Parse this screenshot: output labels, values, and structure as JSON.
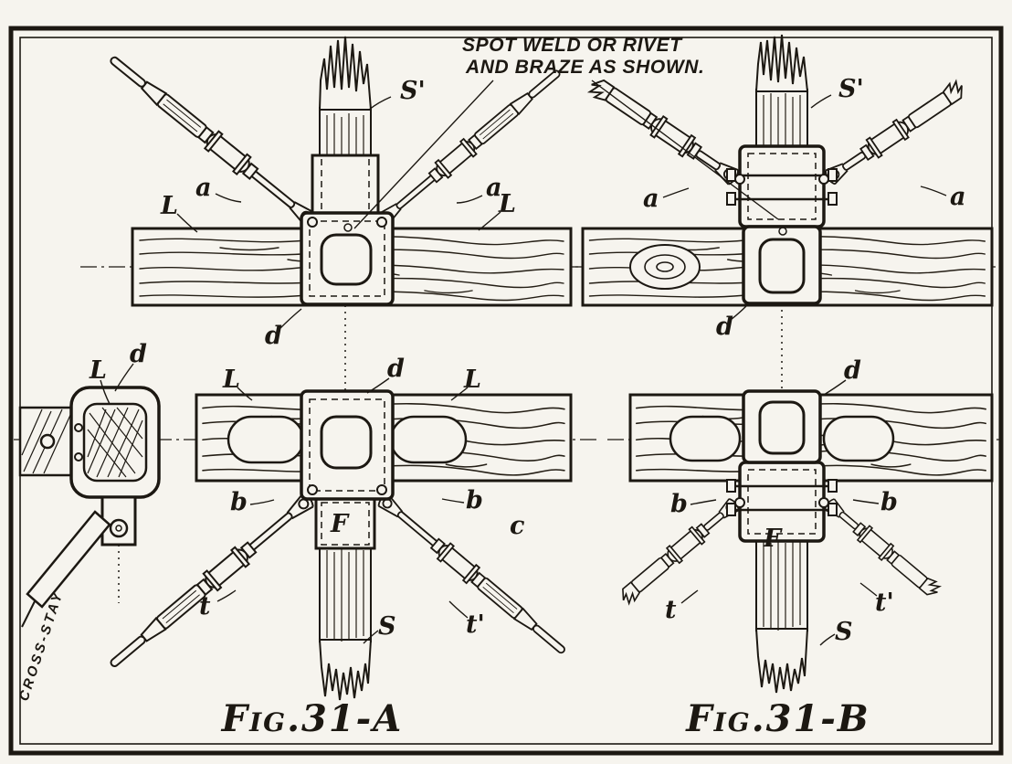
{
  "page": {
    "background": "#f6f4ee",
    "ink": "#1c1812"
  },
  "annotation": {
    "line1": "SPOT WELD OR RIVET",
    "line2": "AND BRAZE AS SHOWN."
  },
  "cross_stay": {
    "label": "CROSS-STAY"
  },
  "fig_a": {
    "caption": "Fig.31-A",
    "labels": {
      "s_prime": "S'",
      "s": "S",
      "l": "L",
      "a": "a",
      "b": "b",
      "c": "c",
      "d": "d",
      "t": "t",
      "t_prime": "t'",
      "f": "F"
    }
  },
  "fig_b": {
    "caption": "Fig.31-B",
    "labels": {
      "s_prime": "S'",
      "s": "S",
      "a": "a",
      "b": "b",
      "d": "d",
      "t": "t",
      "t_prime": "t'",
      "f": "F"
    }
  }
}
